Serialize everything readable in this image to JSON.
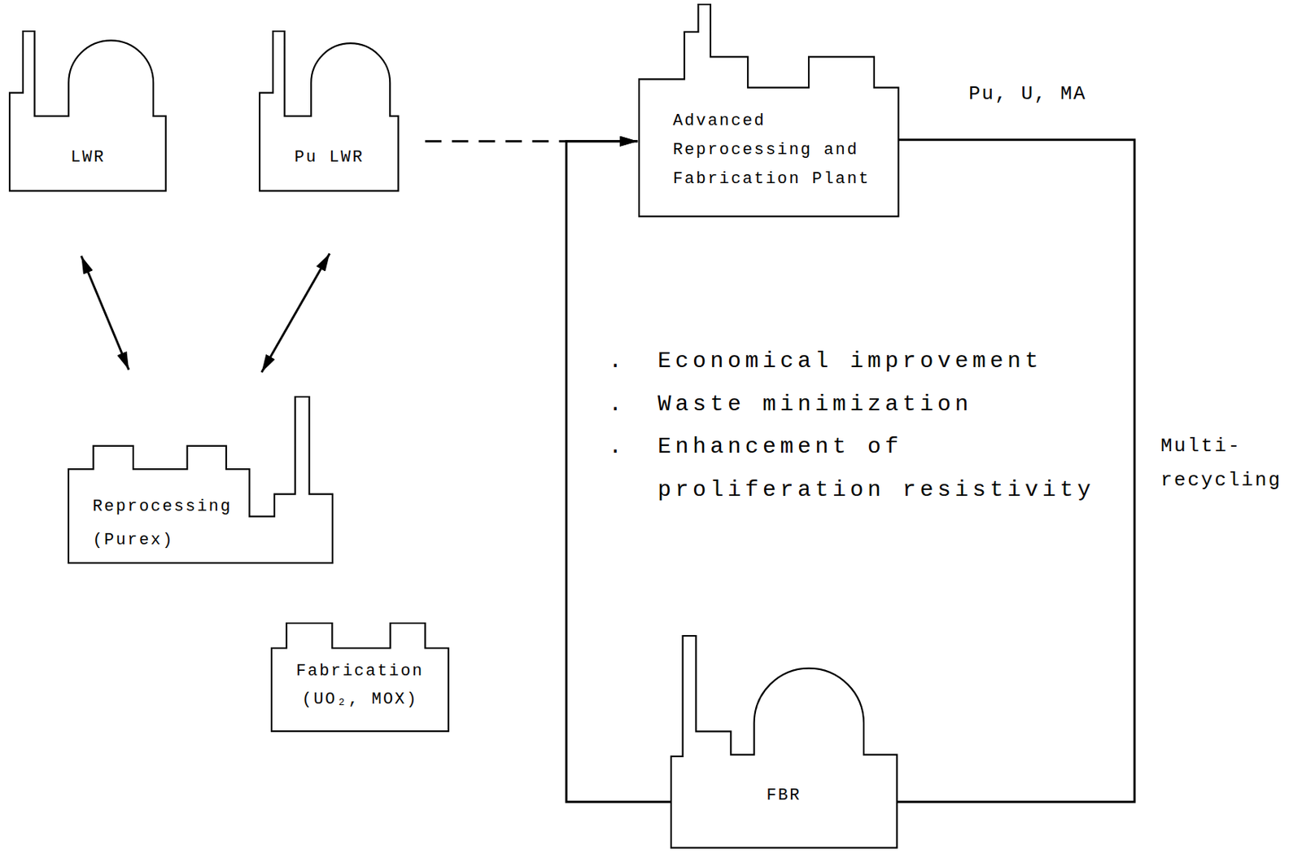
{
  "diagram": {
    "nodes": [
      {
        "text": [
          "LWR"
        ]
      },
      {
        "text": [
          "Pu LWR"
        ]
      },
      {
        "text": [
          "Advanced Reprocessing and Fabrication Plant"
        ]
      },
      {
        "text": [
          "Reprocessing (Purex)"
        ]
      },
      {
        "text": [
          "Fabrication (UO₂, MOX)"
        ]
      },
      {
        "text": [
          "FBR"
        ]
      }
    ],
    "edges": [
      {
        "from": 0,
        "to": 3,
        "arrow": "both"
      },
      {
        "from": 1,
        "to": 3,
        "arrow": "both"
      },
      {
        "from": 1,
        "to": 2,
        "arrow": "to"
      },
      {
        "from": 5,
        "to": 2,
        "arrow": "to"
      },
      {
        "from": 2,
        "to": 5,
        "arrow": "none"
      }
    ],
    "labels": [
      "Pu, U, MA",
      ".",
      "Economical improvement",
      ".",
      "Waste minimization",
      ".",
      "Enhancement of proliferation resistivity",
      "Multi- recycling"
    ]
  }
}
